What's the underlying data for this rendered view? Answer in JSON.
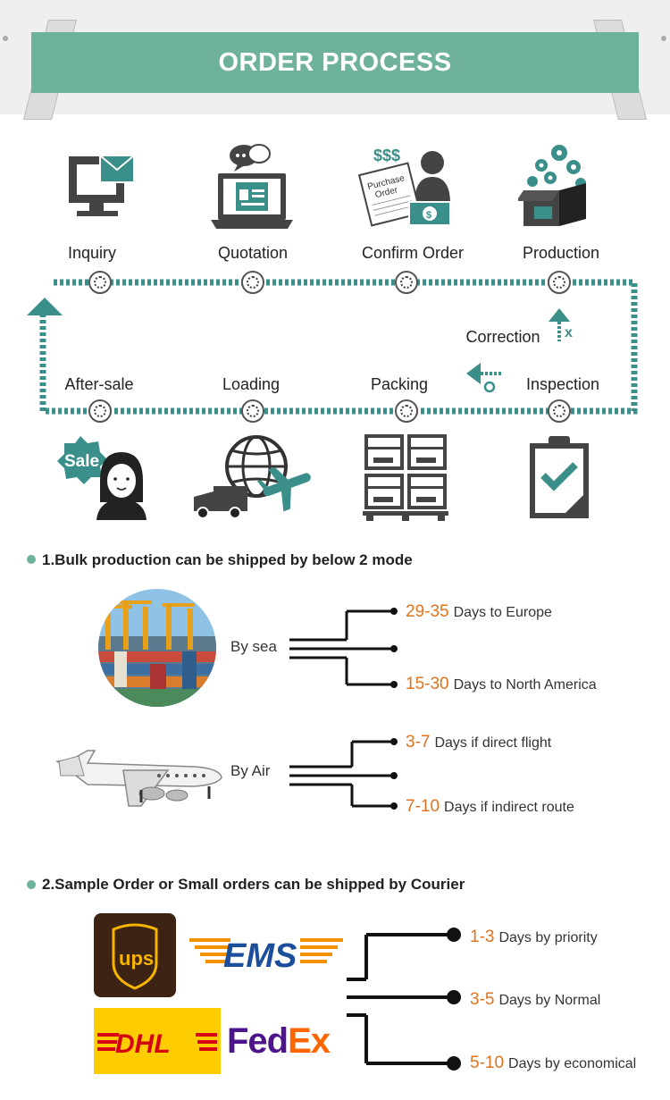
{
  "header": {
    "title": "ORDER PROCESS"
  },
  "process": {
    "top_steps": [
      {
        "label": "Inquiry",
        "icon": "computer-mail-icon"
      },
      {
        "label": "Quotation",
        "icon": "laptop-chat-icon"
      },
      {
        "label": "Confirm Order",
        "icon": "purchase-order-icon"
      },
      {
        "label": "Production",
        "icon": "production-box-icon"
      }
    ],
    "bottom_steps": [
      {
        "label": "After-sale",
        "icon": "sale-person-icon"
      },
      {
        "label": "Loading",
        "icon": "truck-plane-icon"
      },
      {
        "label": "Packing",
        "icon": "boxes-pallet-icon"
      },
      {
        "label": "Inspection",
        "icon": "clipboard-check-icon"
      }
    ],
    "correction_label": "Correction",
    "purchase_order_text": "Purchase Order",
    "dollar_text": "$$$",
    "sale_badge_text": "Sale",
    "line_color": "#3b8f8a",
    "accent_color": "#6fb29a"
  },
  "shipping": {
    "title": "1.Bulk production can be shipped by below 2 mode",
    "modes": [
      {
        "label": "By sea",
        "lines": [
          {
            "num": "29-35",
            "text": "Days to Europe"
          },
          {
            "num": "15-30",
            "text": "Days to North America"
          }
        ]
      },
      {
        "label": "By Air",
        "lines": [
          {
            "num": "3-7",
            "text": "Days if direct flight"
          },
          {
            "num": "7-10",
            "text": "Days if indirect route"
          }
        ]
      }
    ]
  },
  "courier": {
    "title": "2.Sample Order or Small orders can be shipped by Courier",
    "logos": {
      "ups": "ups",
      "ems": "EMS",
      "dhl": "DHL",
      "fedex_fed": "Fed",
      "fedex_ex": "Ex"
    },
    "lines": [
      {
        "num": "1-3",
        "text": "Days by priority"
      },
      {
        "num": "3-5",
        "text": "Days by Normal"
      },
      {
        "num": "5-10",
        "text": "Days by economical"
      }
    ]
  },
  "colors": {
    "number": "#e0731e",
    "ups_brown": "#3d2314",
    "ups_gold": "#f7b500",
    "dhl_yellow": "#ffcc00",
    "dhl_red": "#d40511",
    "fedex_purple": "#4d148c",
    "fedex_orange": "#ff6600",
    "ems_blue": "#1b4e9b",
    "ems_orange": "#f29100"
  }
}
